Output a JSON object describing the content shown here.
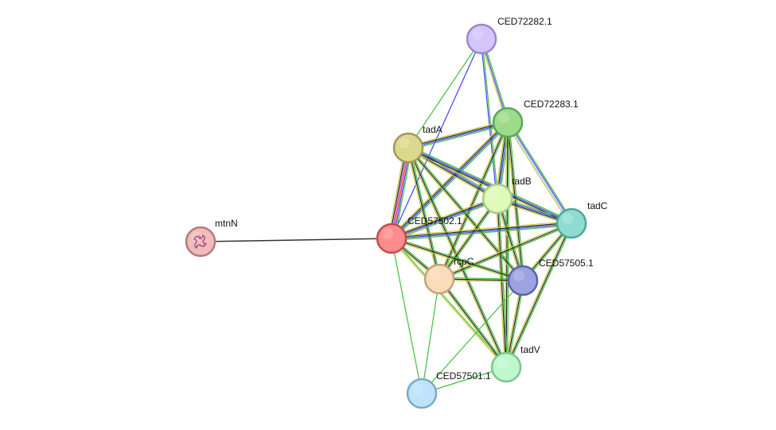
{
  "nodes": [
    {
      "id": "CED72282.1",
      "label": "CED72282.1",
      "color": "#d3c4fb",
      "stroke": "#9b86cc"
    },
    {
      "id": "CED72283.1",
      "label": "CED72283.1",
      "color": "#9edc8c",
      "stroke": "#5aa65a"
    },
    {
      "id": "tadA",
      "label": "tadA",
      "color": "#dcd88c",
      "stroke": "#a09a5a"
    },
    {
      "id": "tadB",
      "label": "tadB",
      "color": "#e0fbb8",
      "stroke": "#a7c98a"
    },
    {
      "id": "tadC",
      "label": "tadC",
      "color": "#8edcd1",
      "stroke": "#4fa69b"
    },
    {
      "id": "CED57502.1",
      "label": "CED57502.1",
      "color": "#ff8c8c",
      "stroke": "#c24d4d"
    },
    {
      "id": "mtnN",
      "label": "mtnN",
      "color": "#f0bcbc",
      "stroke": "#b47a7a"
    },
    {
      "id": "rcpC",
      "label": "rcpC",
      "color": "#fcdcb8",
      "stroke": "#c4a27e"
    },
    {
      "id": "CED57505.1",
      "label": "CED57505.1",
      "color": "#9ca3e0",
      "stroke": "#5a62ad"
    },
    {
      "id": "tadV",
      "label": "tadV",
      "color": "#bef8cc",
      "stroke": "#7ec492"
    },
    {
      "id": "CED57501.1",
      "label": "CED57501.1",
      "color": "#bee3fb",
      "stroke": "#7ea8c4"
    }
  ],
  "edges": [
    {
      "from": "CED72282.1",
      "to": "CED72283.1",
      "colors": [
        "#3fbf3f",
        "#4040ff",
        "#c8c83c"
      ]
    },
    {
      "from": "CED72282.1",
      "to": "tadB",
      "colors": [
        "#3fbf3f",
        "#4040ff"
      ]
    },
    {
      "from": "CED72282.1",
      "to": "CED57502.1",
      "colors": [
        "#4040ff"
      ]
    },
    {
      "from": "CED72282.1",
      "to": "tadA",
      "colors": [
        "#3fbf3f"
      ]
    },
    {
      "from": "CED72283.1",
      "to": "tadA",
      "colors": [
        "#3fbf3f",
        "#4040ff",
        "#1f1f1f",
        "#c8c83c"
      ]
    },
    {
      "from": "CED72283.1",
      "to": "tadB",
      "colors": [
        "#3fbf3f",
        "#4040ff",
        "#1f1f1f",
        "#c8c83c"
      ]
    },
    {
      "from": "CED72283.1",
      "to": "tadC",
      "colors": [
        "#3fbf3f",
        "#4040ff",
        "#a8d0ff",
        "#c8c83c"
      ]
    },
    {
      "from": "CED72283.1",
      "to": "CED57502.1",
      "colors": [
        "#3fbf3f",
        "#4040ff",
        "#1f1f1f",
        "#c8c83c"
      ]
    },
    {
      "from": "CED72283.1",
      "to": "rcpC",
      "colors": [
        "#3fbf3f",
        "#1f1f1f",
        "#c8c83c"
      ]
    },
    {
      "from": "CED72283.1",
      "to": "CED57505.1",
      "colors": [
        "#3fbf3f",
        "#1f1f1f",
        "#c8c83c"
      ]
    },
    {
      "from": "CED72283.1",
      "to": "tadV",
      "colors": [
        "#3fbf3f",
        "#1f1f1f",
        "#c8c83c"
      ]
    },
    {
      "from": "tadA",
      "to": "tadB",
      "colors": [
        "#3fbf3f",
        "#4040ff",
        "#1f1f1f",
        "#c8c83c"
      ]
    },
    {
      "from": "tadA",
      "to": "tadC",
      "colors": [
        "#3fbf3f",
        "#4040ff",
        "#1f1f1f",
        "#c8c83c"
      ]
    },
    {
      "from": "tadA",
      "to": "CED57502.1",
      "colors": [
        "#3fbf3f",
        "#4040ff",
        "#ff3030",
        "#c040c0",
        "#1f1f1f",
        "#c8c83c"
      ]
    },
    {
      "from": "tadA",
      "to": "rcpC",
      "colors": [
        "#3fbf3f",
        "#1f1f1f",
        "#c8c83c"
      ]
    },
    {
      "from": "tadA",
      "to": "CED57505.1",
      "colors": [
        "#3fbf3f",
        "#1f1f1f",
        "#c8c83c"
      ]
    },
    {
      "from": "tadA",
      "to": "tadV",
      "colors": [
        "#3fbf3f",
        "#1f1f1f",
        "#c8c83c"
      ]
    },
    {
      "from": "tadB",
      "to": "tadC",
      "colors": [
        "#3fbf3f",
        "#4040ff",
        "#1f1f1f",
        "#c8c83c"
      ]
    },
    {
      "from": "tadB",
      "to": "CED57502.1",
      "colors": [
        "#3fbf3f",
        "#4040ff",
        "#1f1f1f",
        "#c8c83c"
      ]
    },
    {
      "from": "tadB",
      "to": "rcpC",
      "colors": [
        "#3fbf3f",
        "#1f1f1f",
        "#c8c83c"
      ]
    },
    {
      "from": "tadB",
      "to": "CED57505.1",
      "colors": [
        "#3fbf3f",
        "#1f1f1f",
        "#c8c83c"
      ]
    },
    {
      "from": "tadB",
      "to": "tadV",
      "colors": [
        "#3fbf3f",
        "#1f1f1f",
        "#c8c83c"
      ]
    },
    {
      "from": "tadC",
      "to": "CED57502.1",
      "colors": [
        "#3fbf3f",
        "#4040ff",
        "#1f1f1f",
        "#c8c83c"
      ]
    },
    {
      "from": "tadC",
      "to": "rcpC",
      "colors": [
        "#3fbf3f",
        "#1f1f1f",
        "#c8c83c"
      ]
    },
    {
      "from": "tadC",
      "to": "CED57505.1",
      "colors": [
        "#3fbf3f",
        "#1f1f1f",
        "#c8c83c"
      ]
    },
    {
      "from": "tadC",
      "to": "tadV",
      "colors": [
        "#3fbf3f",
        "#1f1f1f",
        "#c8c83c"
      ]
    },
    {
      "from": "CED57502.1",
      "to": "mtnN",
      "colors": [
        "#333333"
      ]
    },
    {
      "from": "CED57502.1",
      "to": "rcpC",
      "colors": [
        "#3fbf3f",
        "#1f1f1f",
        "#c8c83c"
      ]
    },
    {
      "from": "CED57502.1",
      "to": "CED57505.1",
      "colors": [
        "#3fbf3f",
        "#1f1f1f",
        "#c8c83c"
      ]
    },
    {
      "from": "CED57502.1",
      "to": "tadV",
      "colors": [
        "#3fbf3f",
        "#c8c83c"
      ]
    },
    {
      "from": "CED57502.1",
      "to": "CED57501.1",
      "colors": [
        "#3fbf3f"
      ]
    },
    {
      "from": "rcpC",
      "to": "CED57505.1",
      "colors": [
        "#3fbf3f",
        "#1f1f1f",
        "#c8c83c"
      ]
    },
    {
      "from": "rcpC",
      "to": "tadV",
      "colors": [
        "#3fbf3f",
        "#1f1f1f",
        "#c8c83c"
      ]
    },
    {
      "from": "rcpC",
      "to": "CED57501.1",
      "colors": [
        "#3fbf3f"
      ]
    },
    {
      "from": "CED57505.1",
      "to": "tadV",
      "colors": [
        "#3fbf3f",
        "#1f1f1f",
        "#c8c83c"
      ]
    },
    {
      "from": "CED57505.1",
      "to": "CED57501.1",
      "colors": [
        "#3fbf3f"
      ]
    },
    {
      "from": "tadV",
      "to": "CED57501.1",
      "colors": [
        "#3fbf3f"
      ]
    }
  ]
}
